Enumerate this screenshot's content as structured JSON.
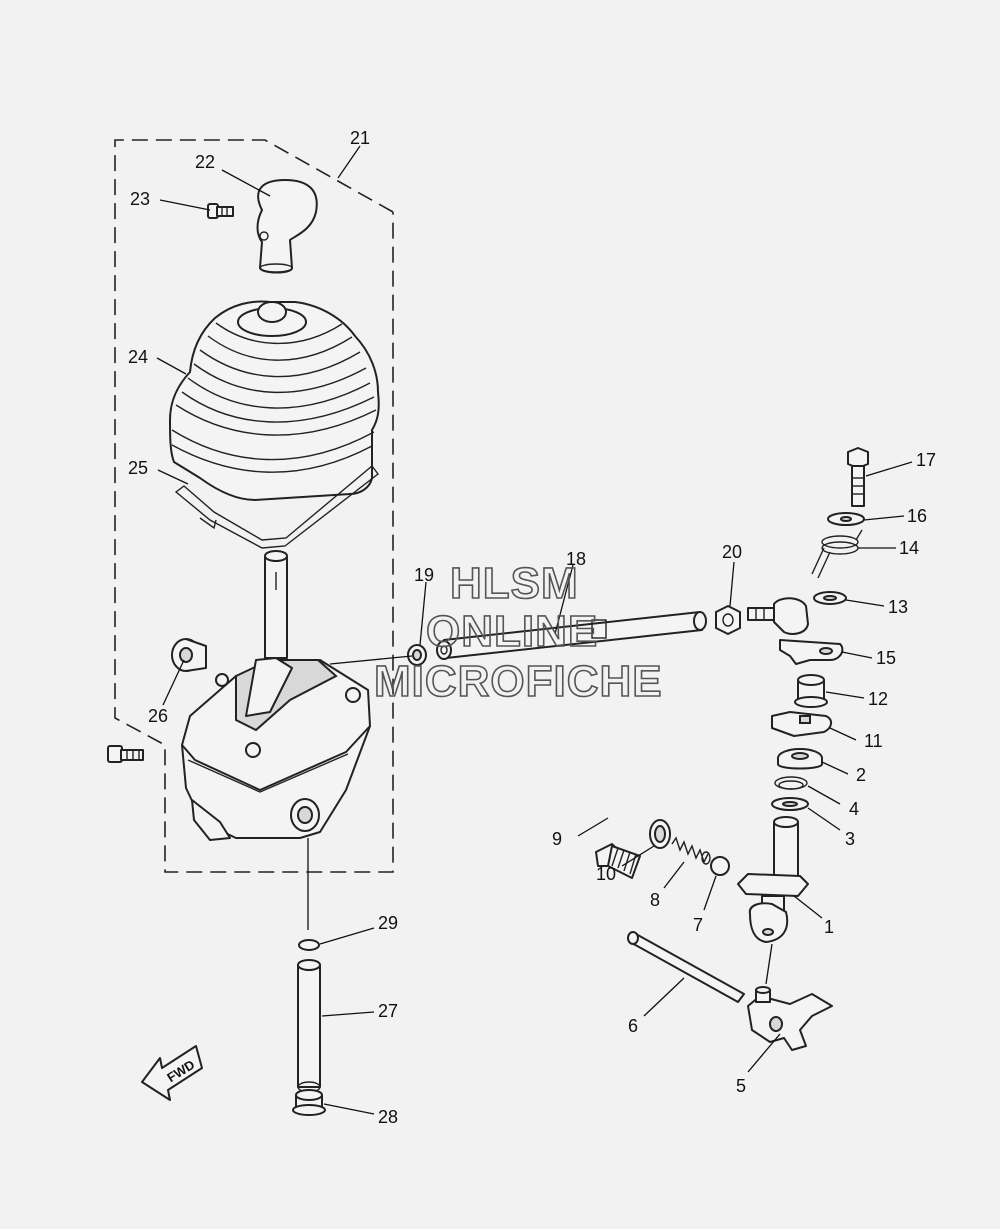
{
  "watermark": {
    "line1": "HLSM",
    "line2": "ONLINE",
    "line3": "MICROFICHE"
  },
  "fwd_label": "FWD",
  "callouts": {
    "c1": "1",
    "c2": "2",
    "c3": "3",
    "c4": "4",
    "c5": "5",
    "c6": "6",
    "c7": "7",
    "c8": "8",
    "c9": "9",
    "c10": "10",
    "c11": "11",
    "c12": "12",
    "c13": "13",
    "c14": "14",
    "c15": "15",
    "c16": "16",
    "c17": "17",
    "c18": "18",
    "c19": "19",
    "c20": "20",
    "c21": "21",
    "c22": "22",
    "c23": "23",
    "c24": "24",
    "c25": "25",
    "c26": "26",
    "c27": "27",
    "c28": "28",
    "c29": "29"
  }
}
